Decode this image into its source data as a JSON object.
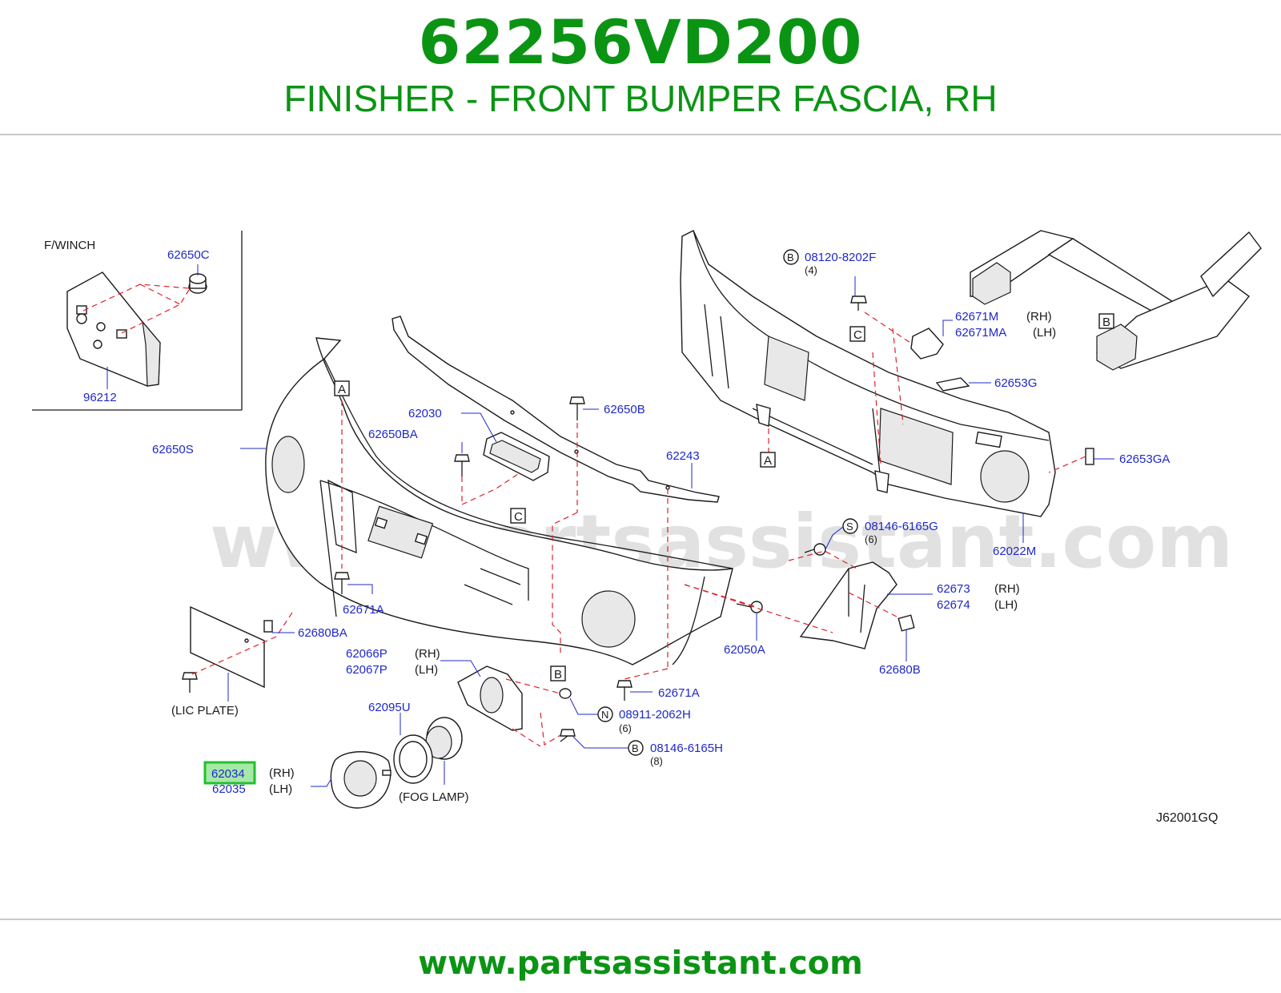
{
  "header": {
    "part_number": "62256VD200",
    "description": "FINISHER - FRONT BUMPER FASCIA, RH"
  },
  "diagram": {
    "watermark": "www.partsassistant.com",
    "diagram_code": "J62001GQ",
    "inset_title": "F/WINCH",
    "highlight_color": "#22c02c",
    "text_color": "#0b9414",
    "callout_color": "#1f28c9",
    "guide_color": "#e0202a",
    "labels": {
      "p62650C": "62650C",
      "p96212": "96212",
      "p62650S": "62650S",
      "p62030": "62030",
      "p62650BA": "62650BA",
      "p62650B": "62650B",
      "p62243": "62243",
      "p62671A_top": "62671A",
      "p62680BA": "62680BA",
      "p62066P": "62066P",
      "p62067P": "62067P",
      "p62095U": "62095U",
      "p62034": "62034",
      "p62035": "62035",
      "p62671A_bot": "62671A",
      "p08911": "08911-2062H",
      "p08146H": "08146-6165H",
      "p62050A": "62050A",
      "p08120": "08120-8202F",
      "p62671M": "62671M",
      "p62671MA": "62671MA",
      "p62653G": "62653G",
      "p62653GA": "62653GA",
      "p08146G": "08146-6165G",
      "p62022M": "62022M",
      "p62673": "62673",
      "p62674": "62674",
      "p62680B": "62680B"
    },
    "notes": {
      "rh": "(RH)",
      "lh": "(LH)",
      "lic_plate": "(LIC   PLATE)",
      "fog_lamp": "(FOG   LAMP)",
      "qty4": "(4)",
      "qty6a": "(6)",
      "qty6b": "(6)",
      "qty8": "(8)"
    },
    "refs": {
      "A": "A",
      "B": "B",
      "C": "C",
      "N": "N",
      "S": "S"
    }
  },
  "footer": {
    "url": "www.partsassistant.com"
  }
}
